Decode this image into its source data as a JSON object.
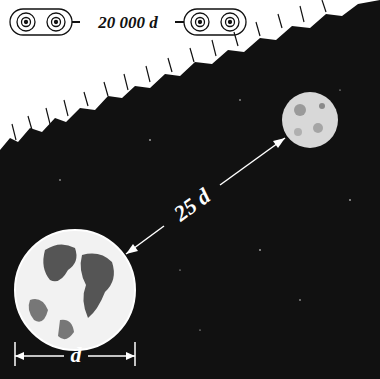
{
  "diagram": {
    "labels": [
      "20 000 d",
      "25 d",
      "d"
    ]
  }
}
